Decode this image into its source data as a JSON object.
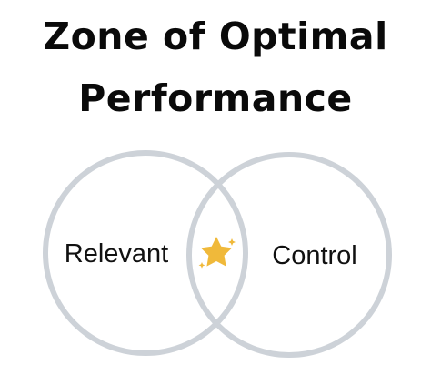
{
  "title": {
    "line1": "Zone of Optimal",
    "line2": "Performance"
  },
  "venn": {
    "left_label": "Relevant",
    "right_label": "Control",
    "intersection_icon": "star-icon",
    "circle_color": "#cdd2d8",
    "star_color": "#f0b93a",
    "sparkle_color": "#f0b93a"
  }
}
